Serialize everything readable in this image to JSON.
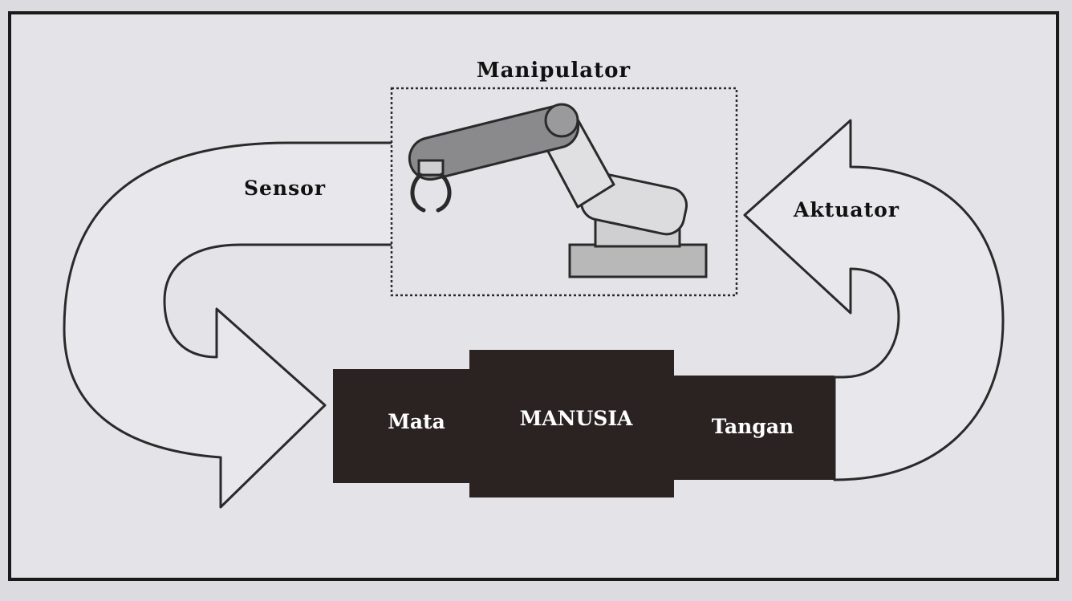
{
  "diagram": {
    "top_label": "Manipulator",
    "left_label": "Sensor",
    "right_label": "Aktuator",
    "bar": {
      "left": "Mata",
      "center": "MANUSIA",
      "right": "Tangan"
    }
  },
  "colors": {
    "frame": "#1a1a1a",
    "paper": "#e4e4e8",
    "block": "#2b2222",
    "block_text": "#ffffff",
    "arrow_fill": "#e8e8ec",
    "stroke": "#2a2a2a",
    "base_fill": "#b8b8b8"
  }
}
